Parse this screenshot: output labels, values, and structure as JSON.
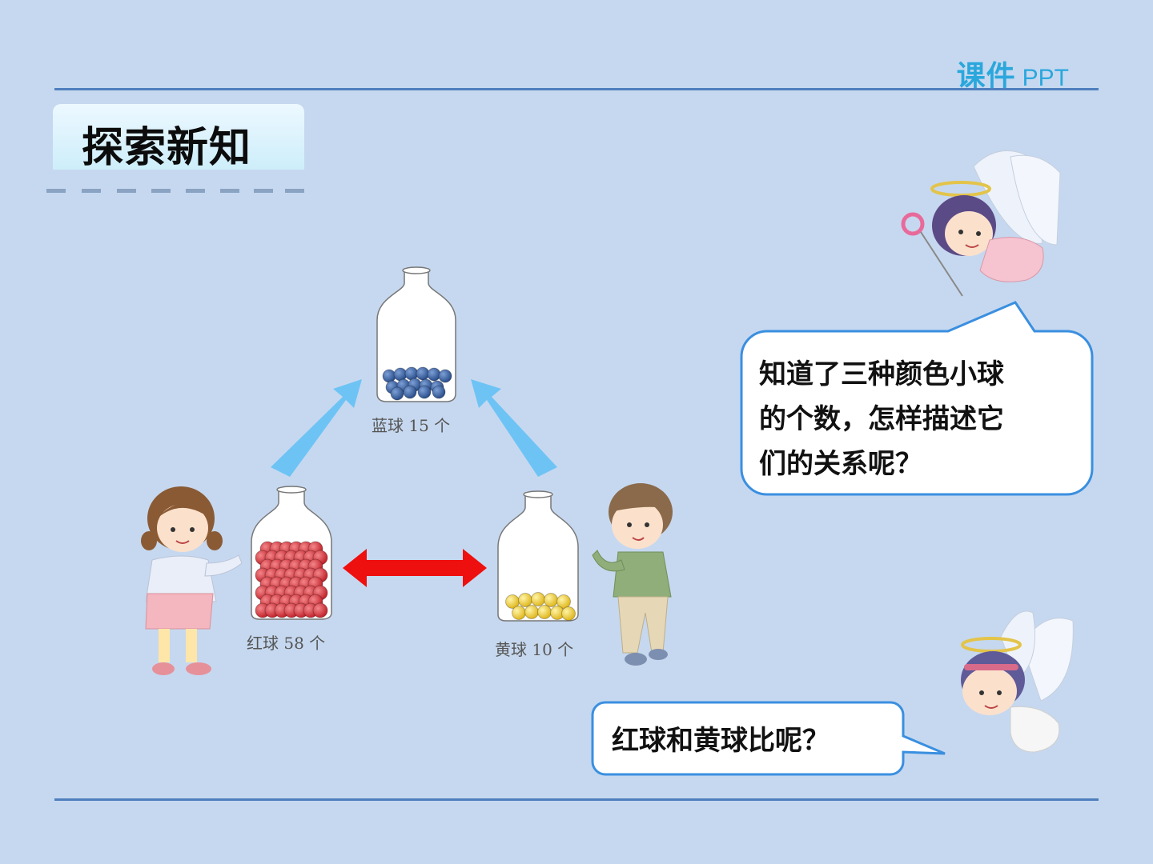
{
  "brand": {
    "part1": "课件",
    "part2": "PPT"
  },
  "section_title": "探索新知",
  "jars": {
    "blue_label": "蓝球 15 个",
    "red_label": "红球 58 个",
    "yellow_label": "黄球 10 个"
  },
  "bubbles": {
    "top_line1": "知道了三种颜色小球",
    "top_line2": "的个数，怎样描述它",
    "top_line3": "们的关系呢？",
    "bottom": "红球和黄球比呢？"
  },
  "colors": {
    "background": "#c6d8ef",
    "accent_line": "#4f7fbe",
    "brand": "#2aa7dc",
    "bubble_border": "#3a8fe0",
    "arrow_light": "#6ec3f5",
    "arrow_red": "#ee0f0f",
    "ball_red": "#d8323a",
    "ball_blue": "#35609e",
    "ball_yellow": "#f0d23a"
  }
}
